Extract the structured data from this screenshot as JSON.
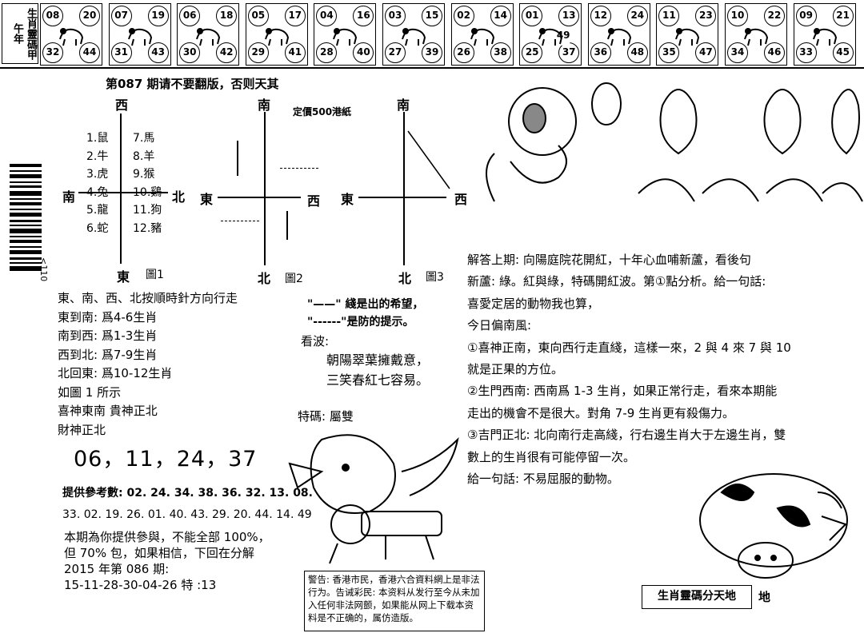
{
  "header": {
    "side_title": "生肖靈碼甲午年",
    "cells": [
      {
        "animal": "rat-icon",
        "n": [
          "08",
          "20",
          "32",
          "44"
        ]
      },
      {
        "animal": "ox-icon",
        "n": [
          "07",
          "19",
          "31",
          "43"
        ]
      },
      {
        "animal": "tiger-icon",
        "n": [
          "06",
          "18",
          "30",
          "42"
        ]
      },
      {
        "animal": "rabbit-icon",
        "n": [
          "05",
          "17",
          "29",
          "41"
        ]
      },
      {
        "animal": "dragon-icon",
        "n": [
          "04",
          "16",
          "28",
          "40"
        ]
      },
      {
        "animal": "snake-icon",
        "n": [
          "03",
          "15",
          "27",
          "39"
        ]
      },
      {
        "animal": "horse-icon",
        "n": [
          "02",
          "14",
          "26",
          "38"
        ]
      },
      {
        "animal": "goat-icon",
        "n": [
          "01",
          "13",
          "25",
          "37"
        ],
        "extra": "49"
      },
      {
        "animal": "monkey-icon",
        "n": [
          "12",
          "24",
          "36",
          "48"
        ]
      },
      {
        "animal": "rooster-icon",
        "n": [
          "11",
          "23",
          "35",
          "47"
        ]
      },
      {
        "animal": "dog-icon",
        "n": [
          "10",
          "22",
          "34",
          "46"
        ]
      },
      {
        "animal": "pig-icon",
        "n": [
          "09",
          "21",
          "33",
          "45"
        ]
      }
    ]
  },
  "notice": "第087 期请不要翻版，否则天其",
  "price": "定價500港紙",
  "barcode_label": "<110",
  "fig1": {
    "west": "西",
    "south": "南",
    "north": "北",
    "east": "東",
    "caption": "圖1",
    "left_list": [
      "1.鼠",
      "2.牛",
      "3.虎",
      "4.兔",
      "5.龍",
      "6.蛇"
    ],
    "right_list": [
      "7.馬",
      "8.羊",
      "9.猴",
      "10.鷄",
      "11.狗",
      "12.豬"
    ]
  },
  "fig2": {
    "south": "南",
    "east": "東",
    "west": "西",
    "north": "北",
    "caption": "圖2"
  },
  "fig3": {
    "south": "南",
    "east": "東",
    "west": "西",
    "north": "北",
    "caption": "圖3"
  },
  "rules": [
    "東、南、西、北按順時針方向行走",
    "東到南: 爲4-6生肖",
    "南到西: 爲1-3生肖",
    "西到北: 爲7-9生肖",
    "北回東: 爲10-12生肖",
    "如圖 1 所示",
    "喜神東南     貴神正北",
    "財神正北"
  ],
  "legend": [
    "\"——\" 綫是出的希望，",
    "\"------\"是防的提示。"
  ],
  "kanbo": {
    "label": "看波:",
    "lines": [
      "朝陽翠葉擁戴意，",
      "三笑春紅七容易。"
    ]
  },
  "tema": "特碼: 屬雙",
  "numbers_main": "06，11，24，37",
  "ref_label": "提供參考數: 02. 24. 34. 38. 36. 32. 13. 08.",
  "ref_line2": "33. 02. 19. 26. 01. 40. 43. 29. 20. 44. 14. 49",
  "disclaimer": [
    "本期為你提供參與，不能全部 100%，",
    "但 70% 包，如果相信，下回在分解",
    "2015 年第 086 期:",
    "15-11-28-30-04-26 特 :13"
  ],
  "analysis": [
    "解答上期: 向陽庭院花開紅，十年心血哺新蘆，看後句",
    "新蘆: 綠。紅與綠，特碼開紅波。第①點分析。給一句話:",
    "喜愛定居的動物我也算，",
    "今日偏南風:",
    "①喜神正南，東向西行走直綫，這樣一來，2 與 4 來 7 與 10",
    "就是正果的方位。",
    "②生門西南: 西南爲 1-3 生肖，如果正常行走，看來本期能",
    "走出的機會不是很大。對角 7-9 生肖更有殺傷力。",
    "③吉門正北: 北向南行走高綫，行右邊生肖大于左邊生肖，雙",
    "數上的生肖很有可能停留一次。",
    "給一句話: 不易屈服的動物。"
  ],
  "warning": "警告: 香港市民，香港六合資料網上是非法行为。告诫彩民: 本资料从发行至今从未加入任何非法网颤，如果能从网上下载本资料是不正确的，属仿造版。",
  "brand": "生肖靈碼分天地",
  "brand_suffix": "地"
}
